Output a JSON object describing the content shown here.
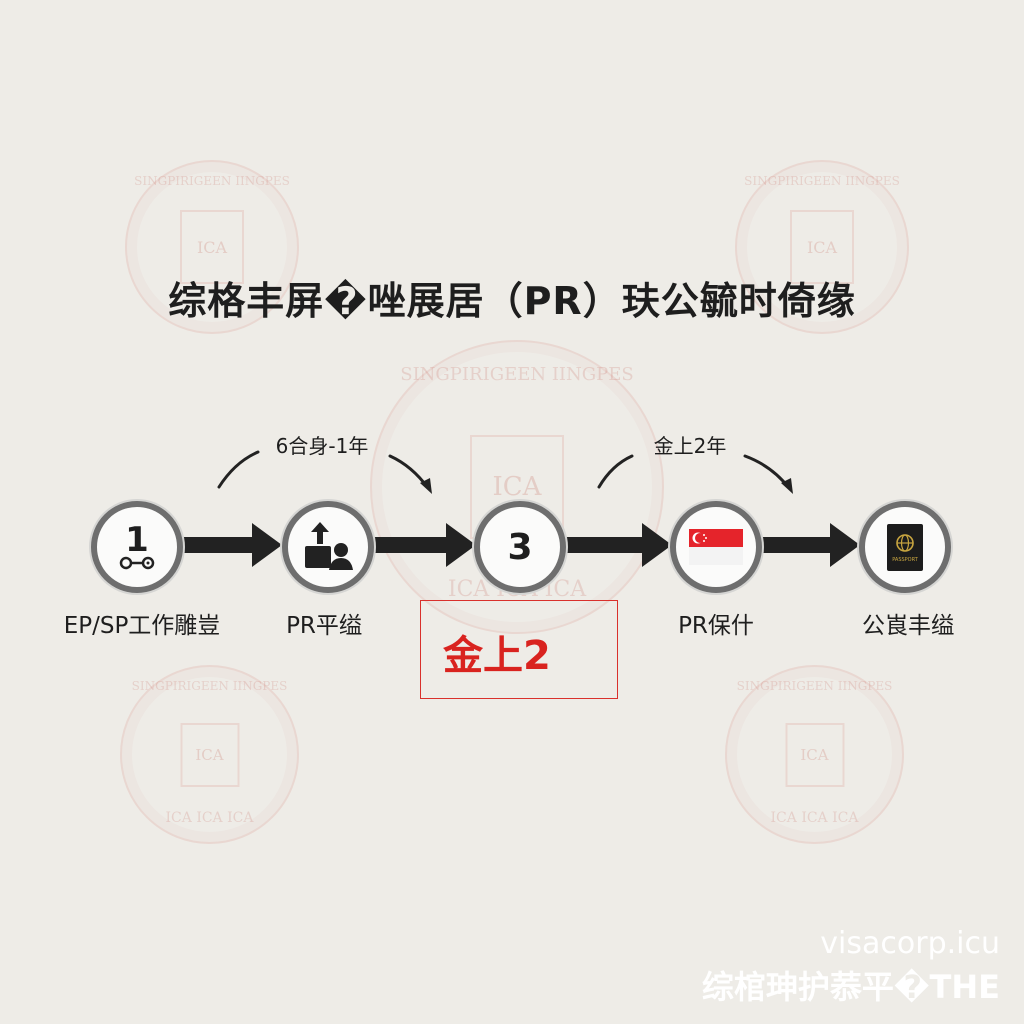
{
  "title": "综格丰屏�唑展居（PR）玞公毓时倚缘",
  "watermark_seal": {
    "ring_text": "SINGPIRIGEEN IINGPES",
    "center_text": "ICA",
    "bottom_text": "ICA ICA ICA"
  },
  "steps": [
    {
      "badge": "1",
      "label": "EP/SP工作雕豈",
      "icon": "number-one-link-icon"
    },
    {
      "label": "PR平缢",
      "icon": "person-upload-icon"
    },
    {
      "badge": "3",
      "label": "",
      "icon": "number-three"
    },
    {
      "label": "PR保什",
      "icon": "singapore-flag-icon"
    },
    {
      "label": "公崀丰缢",
      "icon": "passport-icon",
      "passport_text": "PASSPORT"
    }
  ],
  "durations": [
    "6合身-1年",
    "金上2年"
  ],
  "callout": "金上2",
  "footer": {
    "domain": "visacorp.icu",
    "tagline": "综棺珅护菾平�THE"
  },
  "colors": {
    "accent": "#d9231f",
    "arrow": "#222222",
    "node_border": "#6e6e6e",
    "background": "#eeece7"
  }
}
